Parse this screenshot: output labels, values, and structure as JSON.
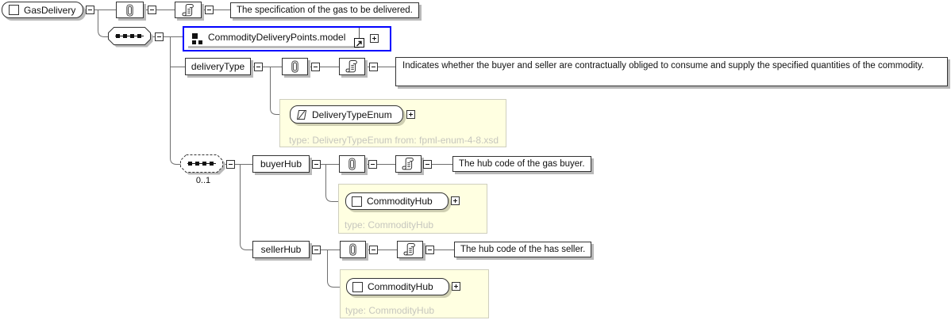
{
  "diagram": {
    "root_element": {
      "name": "GasDelivery",
      "annotation": "The specification of the gas to be delivered."
    },
    "model_group_ref": {
      "name": "CommodityDeliveryPoints.model"
    },
    "delivery_type": {
      "name": "deliveryType",
      "annotation": "Indicates whether the buyer and seller are contractually obliged to consume and supply the specified quantities of the commodity.",
      "type_name": "DeliveryTypeEnum",
      "type_note": "type: DeliveryTypeEnum from: fpml-enum-4-8.xsd"
    },
    "optional_sequence": {
      "cardinality": "0..1"
    },
    "buyer_hub": {
      "name": "buyerHub",
      "annotation": "The hub code of the gas buyer.",
      "type_name": "CommodityHub",
      "type_note": "type: CommodityHub"
    },
    "seller_hub": {
      "name": "sellerHub",
      "annotation": "The hub code of the has seller.",
      "type_name": "CommodityHub",
      "type_note": "type: CommodityHub"
    },
    "icons": {
      "attributes": "paperclip-icon",
      "annotation": "scroll-icon",
      "sequence": "sequence-dots-icon",
      "element": "square-icon",
      "simple_type": "slanted-square-icon",
      "model_group": "three-squares-icon",
      "link": "northeast-arrow-icon"
    },
    "colors": {
      "reference_highlight": "#0000ff",
      "type_box_background": "#ffffe1",
      "type_note_text": "#c6c6be",
      "shadow": "#b9b9b9"
    }
  }
}
